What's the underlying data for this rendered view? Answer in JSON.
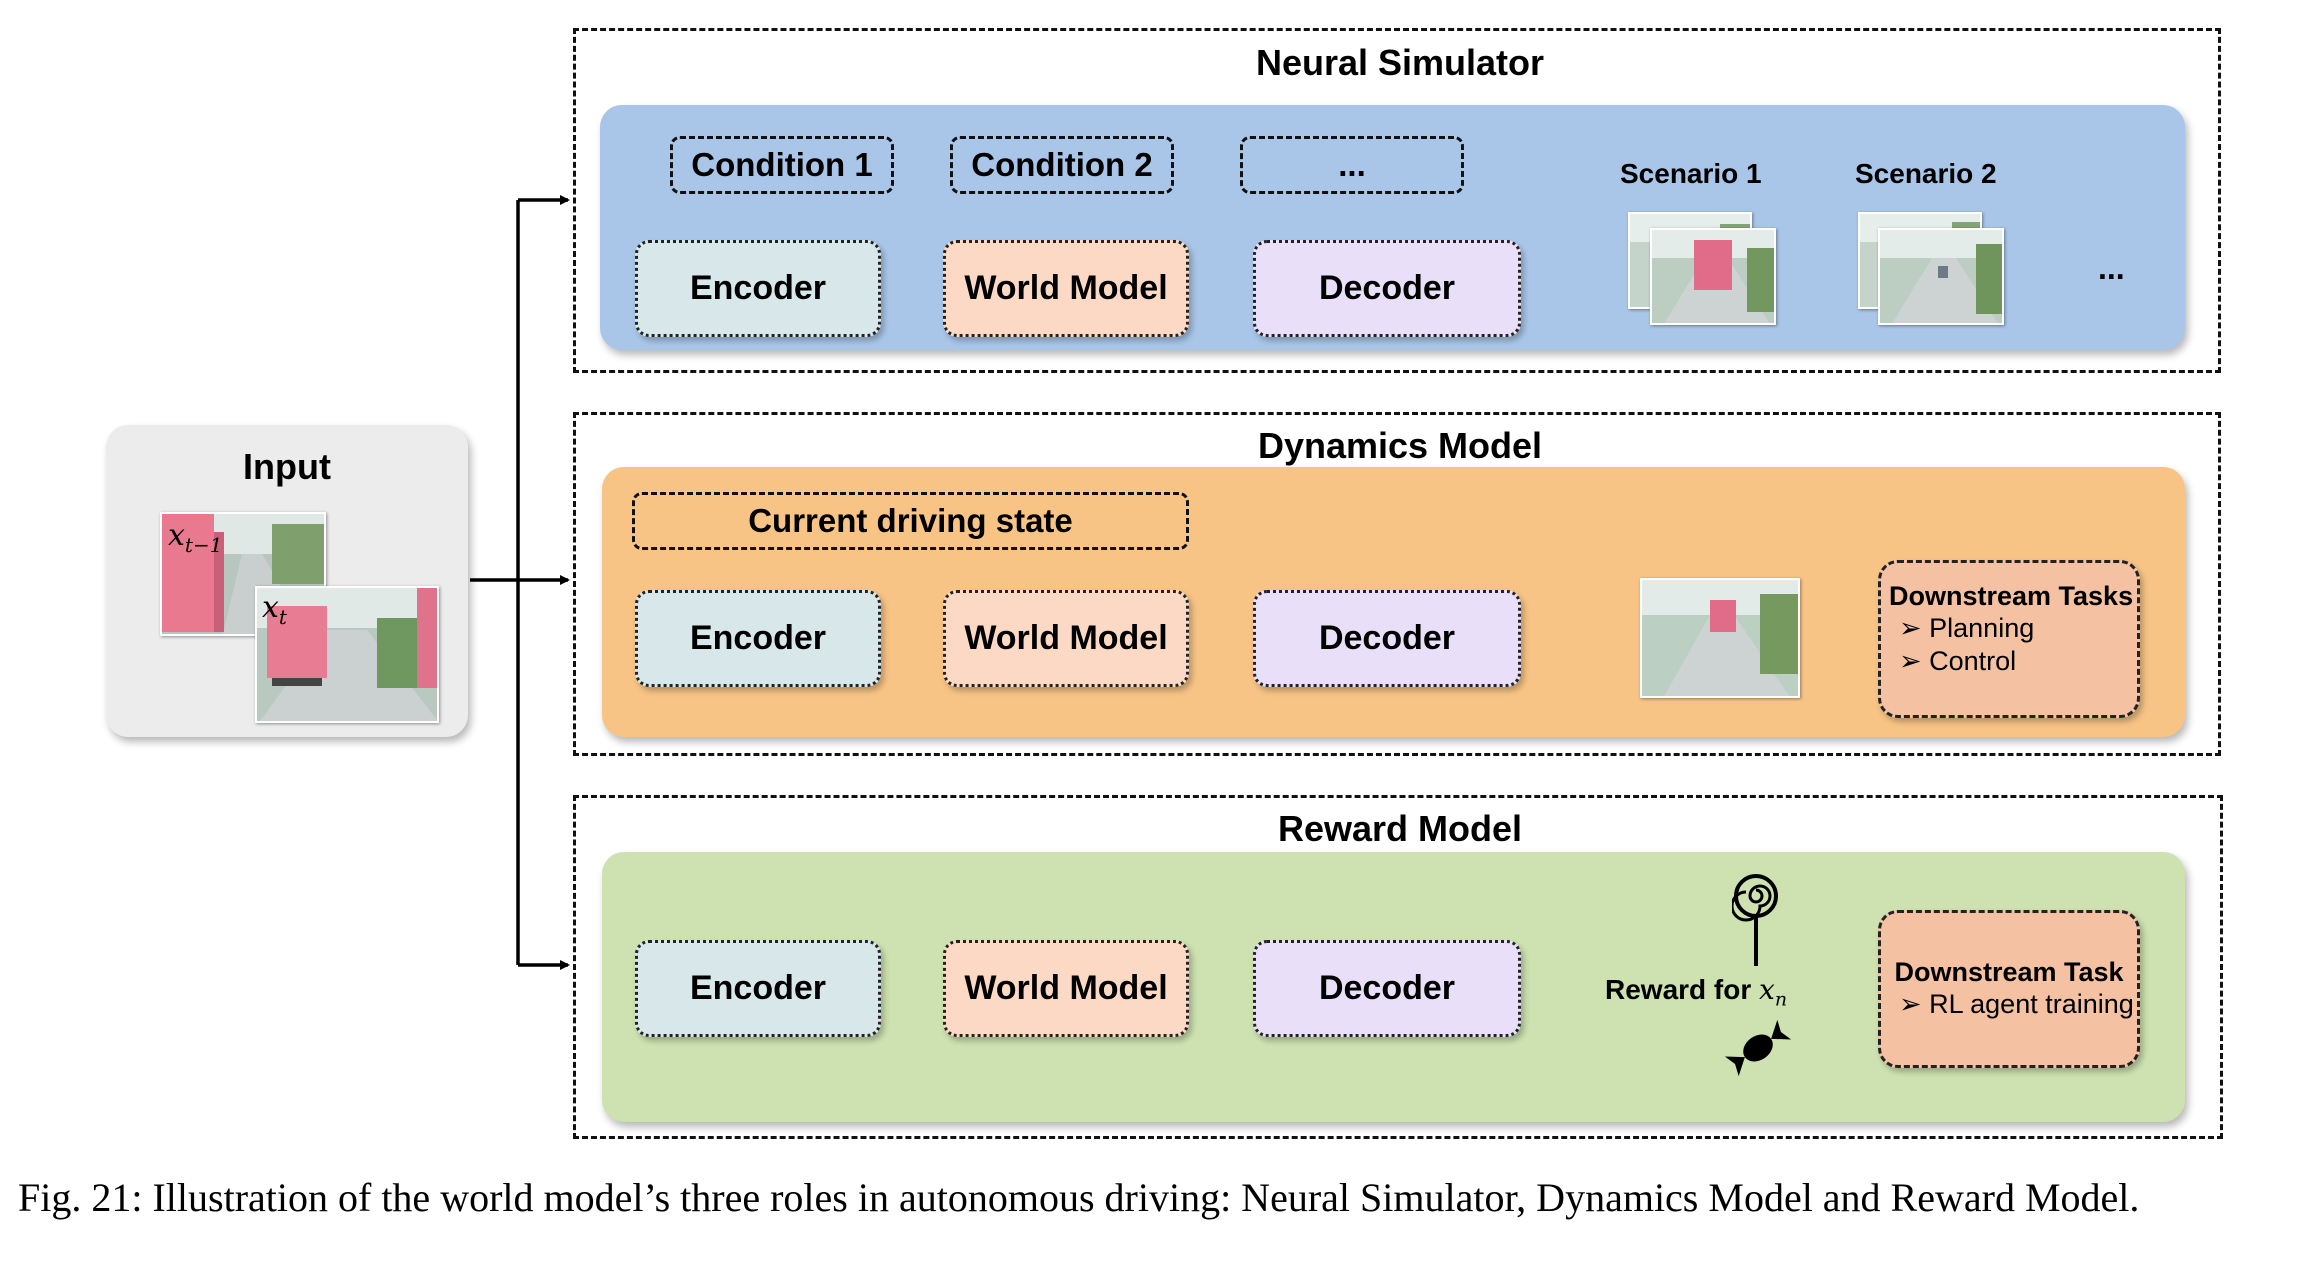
{
  "input": {
    "title": "Input",
    "frames": [
      "x",
      "x"
    ],
    "subscripts": [
      "t−1",
      "t"
    ]
  },
  "neural_simulator": {
    "title": "Neural Simulator",
    "conditions": [
      "Condition 1",
      "Condition 2",
      "..."
    ],
    "encoder": "Encoder",
    "world_model": "World Model",
    "decoder": "Decoder",
    "scenarios": [
      "Scenario 1",
      "Scenario 2"
    ],
    "more": "..."
  },
  "dynamics_model": {
    "title": "Dynamics Model",
    "state": "Current driving state",
    "encoder": "Encoder",
    "world_model": "World Model",
    "decoder": "Decoder",
    "downstream": {
      "title": "Downstream Tasks",
      "items": [
        "Planning",
        "Control"
      ]
    }
  },
  "reward_model": {
    "title": "Reward Model",
    "encoder": "Encoder",
    "world_model": "World Model",
    "decoder": "Decoder",
    "reward_label": "Reward for",
    "reward_var": "x",
    "reward_sub": "n",
    "downstream": {
      "title": "Downstream Task",
      "items": [
        "RL agent training"
      ]
    }
  },
  "bullet_glyph": "➢",
  "caption": "Fig. 21: Illustration of the world model’s three roles in autonomous driving: Neural Simulator, Dynamics Model and Reward Model.",
  "colors": {
    "neural_panel": "#a9c6e8",
    "dynamics_panel": "#f7c485",
    "reward_panel": "#cde2b0",
    "encoder": "#d8e7ea",
    "world_model": "#fbd9c4",
    "decoder": "#e9dff9",
    "downstream": "#f4c1a3"
  }
}
